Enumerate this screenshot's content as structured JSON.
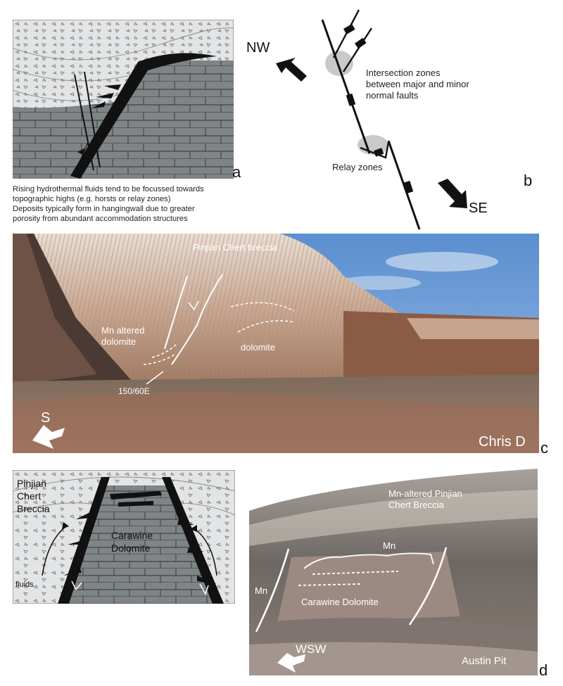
{
  "panel_a": {
    "letter": "a",
    "caption_lines": [
      "Rising hydrothermal fluids tend to be focussed towards",
      "topographic highs (e.g. horsts or relay zones)",
      "Deposits typically form in hangingwall due to greater",
      "porosity from abundant accommodation structures"
    ]
  },
  "panel_b": {
    "letter": "b",
    "direction_nw": "NW",
    "direction_se": "SE",
    "intersection_label_lines": [
      "Intersection zones",
      "between major and minor",
      "normal faults"
    ],
    "relay_label": "Relay zones"
  },
  "panel_c": {
    "letter": "c",
    "label_breccia": "Pinjian Chert breccia",
    "label_mn_altered_lines": [
      "Mn altered",
      "dolomite"
    ],
    "label_dolomite": "dolomite",
    "label_orientation": "150/60E",
    "arrow_label": "S",
    "credit": "Chris D"
  },
  "panel_d_diagram": {
    "label_breccia_lines": [
      "Pinjian",
      "Chert",
      "Breccia"
    ],
    "label_dolomite_lines": [
      "Carawine",
      "Dolomite"
    ],
    "label_fluids": "fluids"
  },
  "panel_d_photo": {
    "letter": "d",
    "label_breccia_lines": [
      "Mn-altered Pinjian",
      "Chert Breccia"
    ],
    "label_mn_top": "Mn",
    "label_mn_left": "Mn",
    "label_dolomite": "Carawine Dolomite",
    "arrow_label": "WSW",
    "location": "Austin Pit"
  },
  "colors": {
    "gray_rock": "#7f8487",
    "breccia_bg": "#e3e4e5",
    "ore_black": "#111111",
    "sky": "#6f9fd6"
  }
}
